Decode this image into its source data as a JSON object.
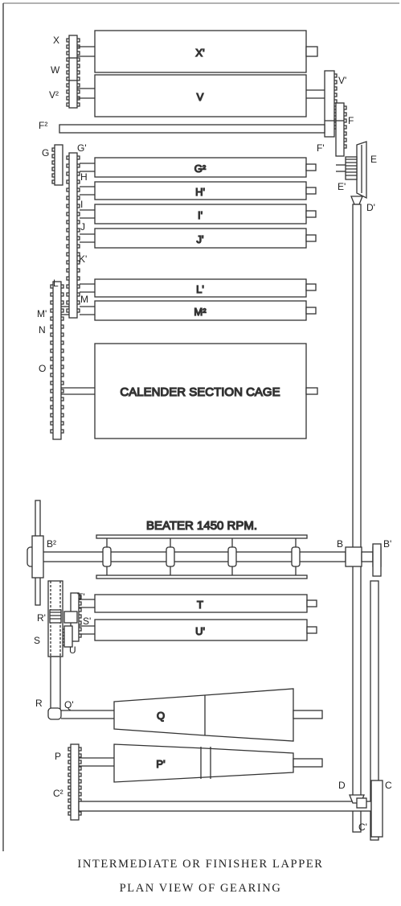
{
  "figure": {
    "caption_line1": "INTERMEDIATE OR FINISHER LAPPER",
    "caption_line2": "PLAN VIEW OF GEARING"
  },
  "rolls": {
    "X1": "X'",
    "V": "V",
    "G2": "G²",
    "H1": "H'",
    "I1": "I'",
    "J1": "J'",
    "L1": "L'",
    "M2": "M²",
    "cage": "CALENDER SECTION CAGE",
    "beater": "BEATER 1450 RPM.",
    "T": "T",
    "U1": "U'",
    "Q": "Q",
    "P1": "P'"
  },
  "gears": {
    "X": "X",
    "W": "W",
    "V2": "V²",
    "V1": "V'",
    "F2": "F²",
    "F": "F",
    "F1": "F'",
    "E": "E",
    "E1": "E'",
    "D1": "D'",
    "G": "G",
    "G1": "G'",
    "H": "H",
    "I": "I",
    "J": "J",
    "K1": "K'",
    "L": "L",
    "M": "M",
    "M1": "M'",
    "N": "N",
    "O": "O",
    "B2": "B²",
    "B": "B",
    "B1": "B'",
    "T1": "T'",
    "R1": "R'",
    "S1": "S'",
    "S": "S",
    "U": "U",
    "R": "R",
    "Q1": "Q'",
    "P": "P",
    "C2": "C²",
    "D": "D",
    "C": "C",
    "C1": "C'"
  }
}
